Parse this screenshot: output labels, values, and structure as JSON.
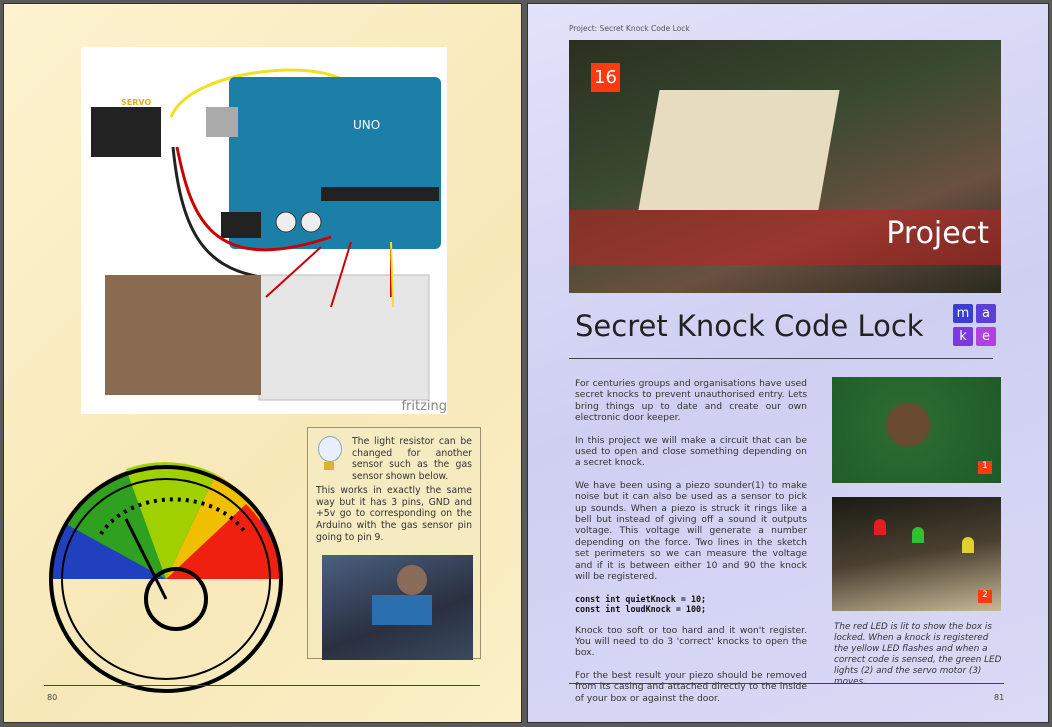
{
  "left_page": {
    "fritzing_label": "fritzing",
    "tip_text_1": "The light resistor can be changed for another sensor such as the gas sensor shown below.",
    "tip_text_2": "This works in exactly the same way but it has 3 pins, GND and +5v go to corresponding on the Arduino with the gas sensor pin going to pin 9.",
    "arduino_label": "UNO",
    "servo_label": "SERVO",
    "page_number": "80"
  },
  "right_page": {
    "header": "Project: Secret Knock Code Lock",
    "project_number": "16",
    "project_label": "Project",
    "title": "Secret Knock Code Lock",
    "make_letters": [
      "m",
      "a",
      "k",
      "e"
    ],
    "make_colors": [
      "#3a3fd0",
      "#5a3fd8",
      "#7a3ae0",
      "#b040e0"
    ],
    "paragraphs": [
      "For centuries groups and organisations have used secret knocks to prevent unauthorised entry.  Lets bring things up to date and create our own electronic door keeper.",
      "In this project we will make a circuit that can be used to open and close something depending on a secret knock.",
      "We have been using a piezo sounder(1) to make noise but it can also be used as a sensor to pick up sounds.  When a piezo is struck it rings like a bell but instead of giving off a sound it outputs voltage.  This voltage will generate a number depending on the force.  Two lines in the sketch set perimeters so we can measure the voltage and if it is between either 10 and 90 the knock will be registered."
    ],
    "code": [
      "const int quietKnock = 10;",
      "const int loudKnock = 100;"
    ],
    "paragraphs2": [
      "Knock too soft or too hard and it won't register.  You will need to do 3 'correct' knocks to open the box.",
      "For the best result your piezo should be removed from its casing and attached directly to the inside of your box or against the door."
    ],
    "photo_badges": [
      "1",
      "2"
    ],
    "caption": "The red LED is lit to show the box is locked.  When a knock is registered the yellow LED flashes and when a correct code is sensed, the green LED lights (2) and the servo motor (3) moves.",
    "page_number": "81"
  }
}
